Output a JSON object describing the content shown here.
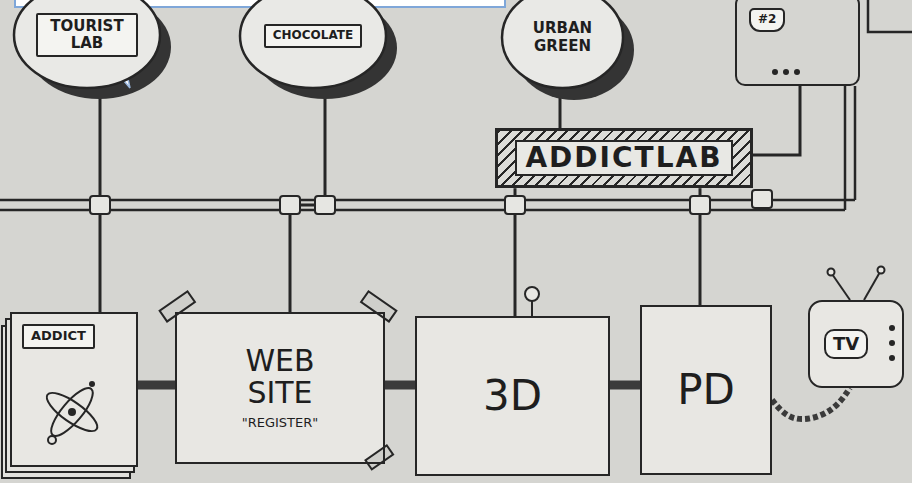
{
  "diagram": {
    "nodes": [
      {
        "text": [
          "TOURIST LAB"
        ]
      },
      {
        "text": [
          "CHOCOLATE"
        ]
      },
      {
        "text": [
          "URBAN GREEN"
        ]
      },
      {
        "text": [
          "#2"
        ]
      },
      {
        "text": [
          "ADDICTLAB"
        ]
      },
      {
        "text": [
          "ADDICT"
        ]
      },
      {
        "text": [
          "WEB SITE",
          "\"REGISTER\""
        ]
      },
      {
        "text": [
          "3D"
        ]
      },
      {
        "text": [
          "PD"
        ]
      },
      {
        "text": [
          "TV"
        ]
      }
    ],
    "edges": [
      {
        "from": 0,
        "to": 5,
        "arrow": "none"
      },
      {
        "from": 1,
        "to": 6,
        "arrow": "none"
      },
      {
        "from": 2,
        "to": 4,
        "arrow": "none"
      },
      {
        "from": 3,
        "to": 4,
        "arrow": "none"
      },
      {
        "from": 4,
        "to": 7,
        "arrow": "none"
      },
      {
        "from": 4,
        "to": 8,
        "arrow": "none"
      },
      {
        "from": 5,
        "to": 6,
        "arrow": "none"
      },
      {
        "from": 6,
        "to": 7,
        "arrow": "none"
      },
      {
        "from": 7,
        "to": 8,
        "arrow": "none"
      },
      {
        "from": 8,
        "to": 9,
        "arrow": "none"
      }
    ]
  }
}
